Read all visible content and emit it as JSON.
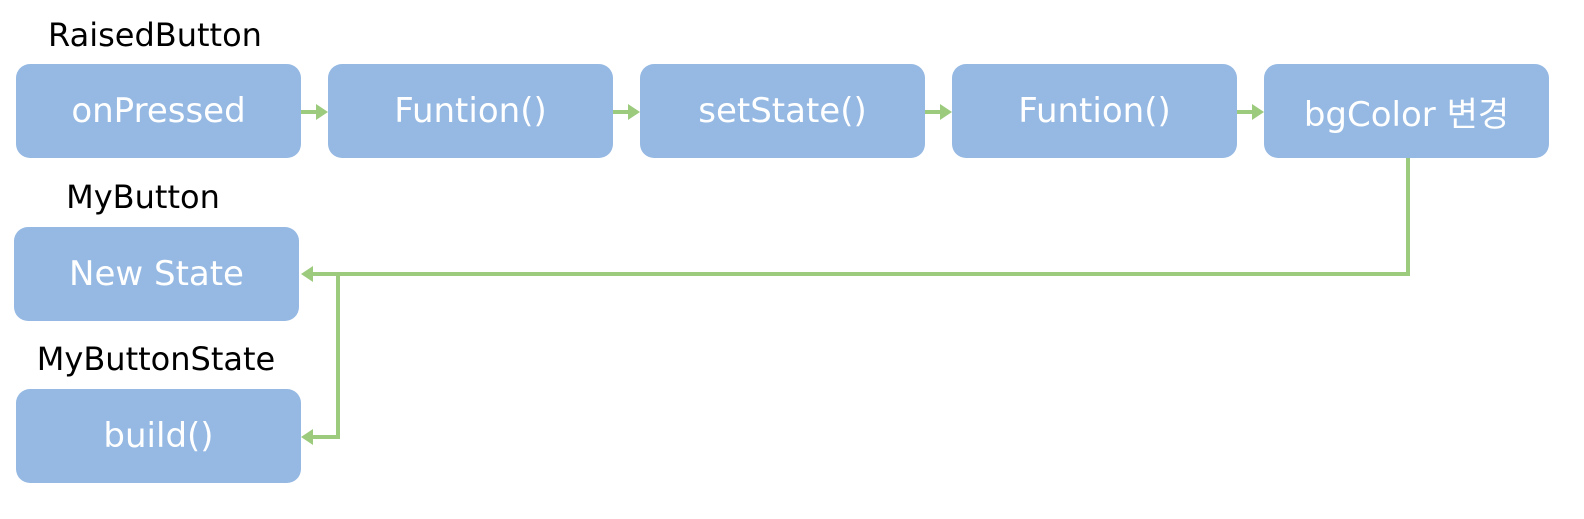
{
  "colors": {
    "node_fill": "#95b9e3",
    "node_text": "#ffffff",
    "connector": "#9ccb7d",
    "label_text": "#000000"
  },
  "groups": {
    "raised_button": {
      "label": "RaisedButton"
    },
    "my_button": {
      "label": "MyButton"
    },
    "my_button_state": {
      "label": "MyButtonState"
    }
  },
  "nodes": {
    "on_pressed": "onPressed",
    "funtion_1": "Funtion()",
    "set_state": "setState()",
    "funtion_2": "Funtion()",
    "bg_color_change": "bgColor 변경",
    "new_state": "New State",
    "build": "build()"
  }
}
